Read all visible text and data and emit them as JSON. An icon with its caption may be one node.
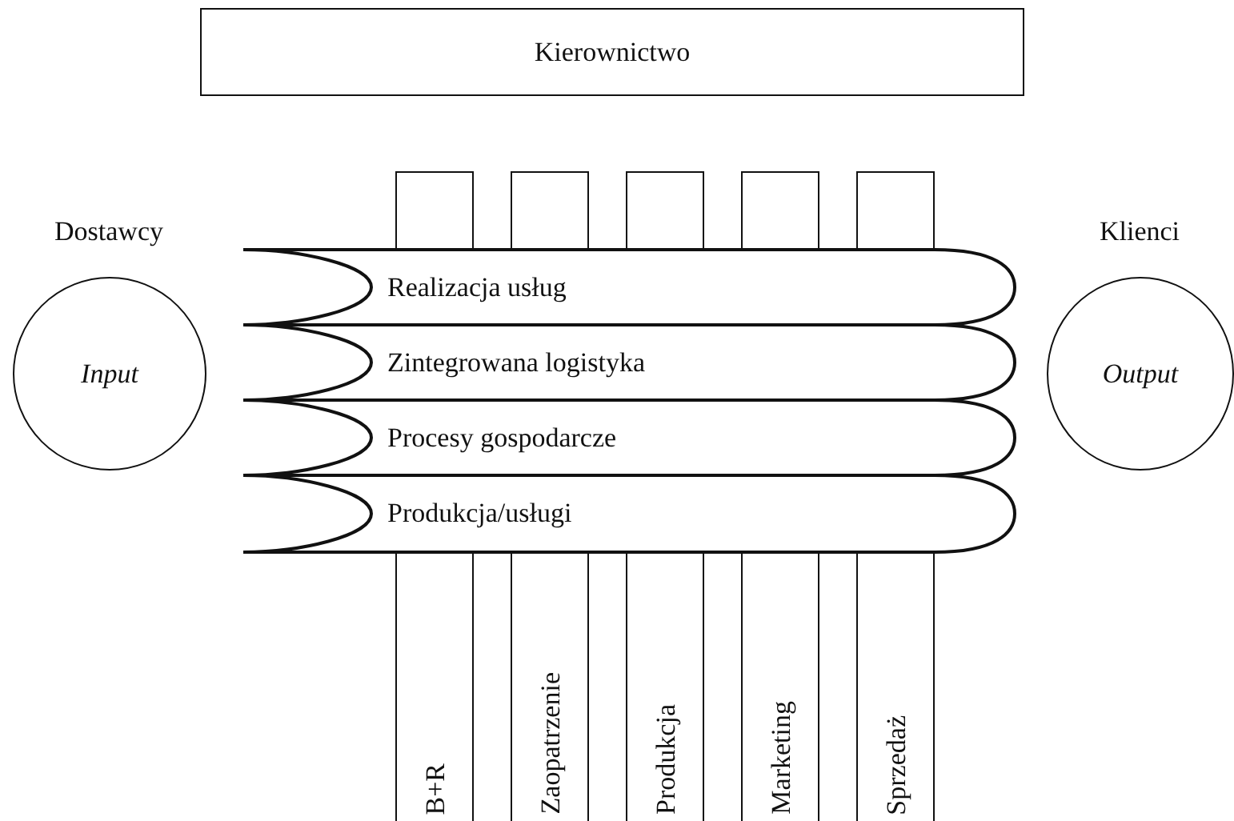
{
  "diagram": {
    "nodes": [
      {
        "text": [
          "Kierownictwo"
        ]
      },
      {
        "text": [],
        "shape": "box"
      },
      {
        "text": [],
        "shape": "box"
      },
      {
        "text": [],
        "shape": "box"
      },
      {
        "text": [],
        "shape": "box"
      },
      {
        "text": [],
        "shape": "box"
      },
      {
        "text": [
          "Input"
        ],
        "beside": [
          "Dostawcy"
        ]
      },
      {
        "text": [
          "Realizacja usług"
        ]
      },
      {
        "text": [
          "Zintegrowana logistyka"
        ]
      },
      {
        "text": [
          "Procesy gospodarcze"
        ]
      },
      {
        "text": [
          "Produkcja/usługi"
        ]
      },
      {
        "text": [
          "Output"
        ],
        "beside": [
          "Klienci"
        ]
      },
      {
        "text": [
          "B+R"
        ]
      },
      {
        "text": [
          "Zaopatrzenie"
        ]
      },
      {
        "text": [
          "Produkcja"
        ]
      },
      {
        "text": [
          "Marketing"
        ]
      },
      {
        "text": [
          "Sprzedaż"
        ]
      }
    ]
  }
}
